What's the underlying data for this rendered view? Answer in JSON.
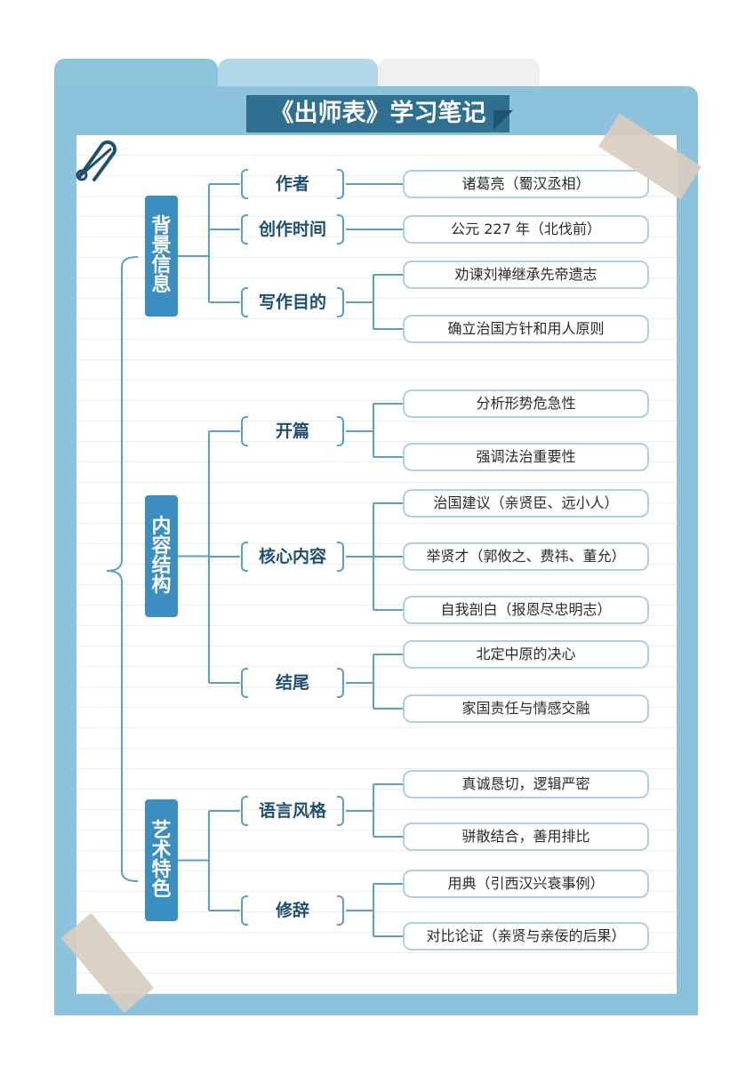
{
  "title": "《出师表》学习笔记",
  "categories": [
    {
      "label": "背景信息",
      "topics": [
        {
          "label": "作者",
          "items": [
            "诸葛亮（蜀汉丞相）"
          ]
        },
        {
          "label": "创作时间",
          "items": [
            "公元 227 年（北伐前）"
          ]
        },
        {
          "label": "写作目的",
          "items": [
            "劝谏刘禅继承先帝遗志",
            "确立治国方针和用人原则"
          ]
        }
      ]
    },
    {
      "label": "内容结构",
      "topics": [
        {
          "label": "开篇",
          "items": [
            "分析形势危急性",
            "强调法治重要性"
          ]
        },
        {
          "label": "核心内容",
          "items": [
            "治国建议（亲贤臣、远小人）",
            "举贤才（郭攸之、费祎、董允）",
            "自我剖白（报恩尽忠明志）"
          ]
        },
        {
          "label": "结尾",
          "items": [
            "北定中原的决心",
            "家国责任与情感交融"
          ]
        }
      ]
    },
    {
      "label": "艺术特色",
      "topics": [
        {
          "label": "语言风格",
          "items": [
            "真诚恳切，逻辑严密",
            "骈散结合，善用排比"
          ]
        },
        {
          "label": "修辞",
          "items": [
            "用典（引西汉兴衰事例）",
            "对比论证（亲贤与亲佞的后果）"
          ]
        }
      ]
    }
  ]
}
